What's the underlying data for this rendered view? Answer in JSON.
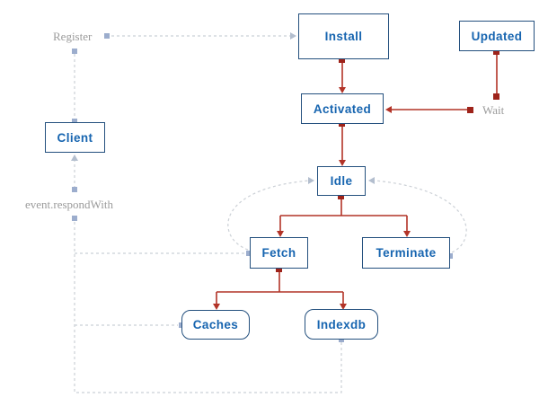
{
  "diagram": {
    "nodes": {
      "install": {
        "label": "Install"
      },
      "updated": {
        "label": "Updated"
      },
      "activated": {
        "label": "Activated"
      },
      "idle": {
        "label": "Idle"
      },
      "fetch": {
        "label": "Fetch"
      },
      "terminate": {
        "label": "Terminate"
      },
      "caches": {
        "label": "Caches"
      },
      "indexdb": {
        "label": "Indexdb"
      },
      "client": {
        "label": "Client"
      }
    },
    "edge_labels": {
      "register": "Register",
      "wait": "Wait",
      "respond_with": "event.respondWith"
    },
    "edges": [
      {
        "from": "Register",
        "to": "Install",
        "style": "gray-dashed"
      },
      {
        "from": "Register",
        "to": "Client",
        "style": "gray-dashed"
      },
      {
        "from": "Install",
        "to": "Activated",
        "style": "red-solid"
      },
      {
        "from": "Updated",
        "to": "Wait",
        "style": "red-solid"
      },
      {
        "from": "Wait",
        "to": "Activated",
        "style": "red-solid"
      },
      {
        "from": "Activated",
        "to": "Idle",
        "style": "red-solid"
      },
      {
        "from": "Idle",
        "to": "Fetch",
        "style": "red-solid"
      },
      {
        "from": "Idle",
        "to": "Terminate",
        "style": "red-solid"
      },
      {
        "from": "Fetch",
        "to": "Caches",
        "style": "red-solid"
      },
      {
        "from": "Fetch",
        "to": "Indexdb",
        "style": "red-solid"
      },
      {
        "from": "Fetch",
        "to": "Idle",
        "style": "gray-dashed-arc"
      },
      {
        "from": "Terminate",
        "to": "Idle",
        "style": "gray-dashed-arc"
      },
      {
        "from": "Indexdb",
        "to": "event.respondWith",
        "style": "gray-dashed"
      },
      {
        "from": "Caches",
        "to": "event.respondWith",
        "style": "gray-dashed"
      },
      {
        "from": "Fetch",
        "to": "event.respondWith",
        "style": "gray-dashed"
      },
      {
        "from": "event.respondWith",
        "to": "Client",
        "style": "gray-dashed"
      }
    ],
    "colors": {
      "node_border": "#24507e",
      "node_text": "#1765b0",
      "red_edge": "#b23327",
      "red_marker": "#9e231a",
      "gray_edge": "#cbd0d6",
      "gray_marker": "#9cadcd",
      "gray_arrow": "#b3bece",
      "label_text": "#9b9b9b",
      "background": "#ffffff"
    }
  }
}
